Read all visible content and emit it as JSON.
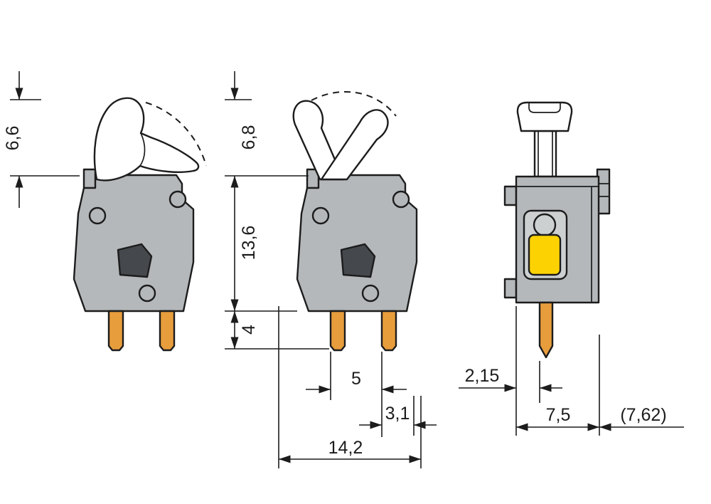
{
  "colors": {
    "background": "#ffffff",
    "outline": "#1c1c1c",
    "body_gray": "#b4b8ba",
    "panel_gray": "#ccd0d1",
    "hole_dark": "#45494d",
    "pin_orange": "#e79d3c",
    "button_yellow": "#fdd203",
    "lever_white": "#ffffff"
  },
  "dims": {
    "lever_height_closed": "6,6",
    "lever_height_open": "6,8",
    "body_height": "13,6",
    "pin_length": "4",
    "pin_pitch": "5",
    "pin_to_edge": "3,1",
    "overall_width": "14,2",
    "front_pin_offset": "2,15",
    "front_width": "7,5",
    "grid_pitch": "(7,62)"
  }
}
